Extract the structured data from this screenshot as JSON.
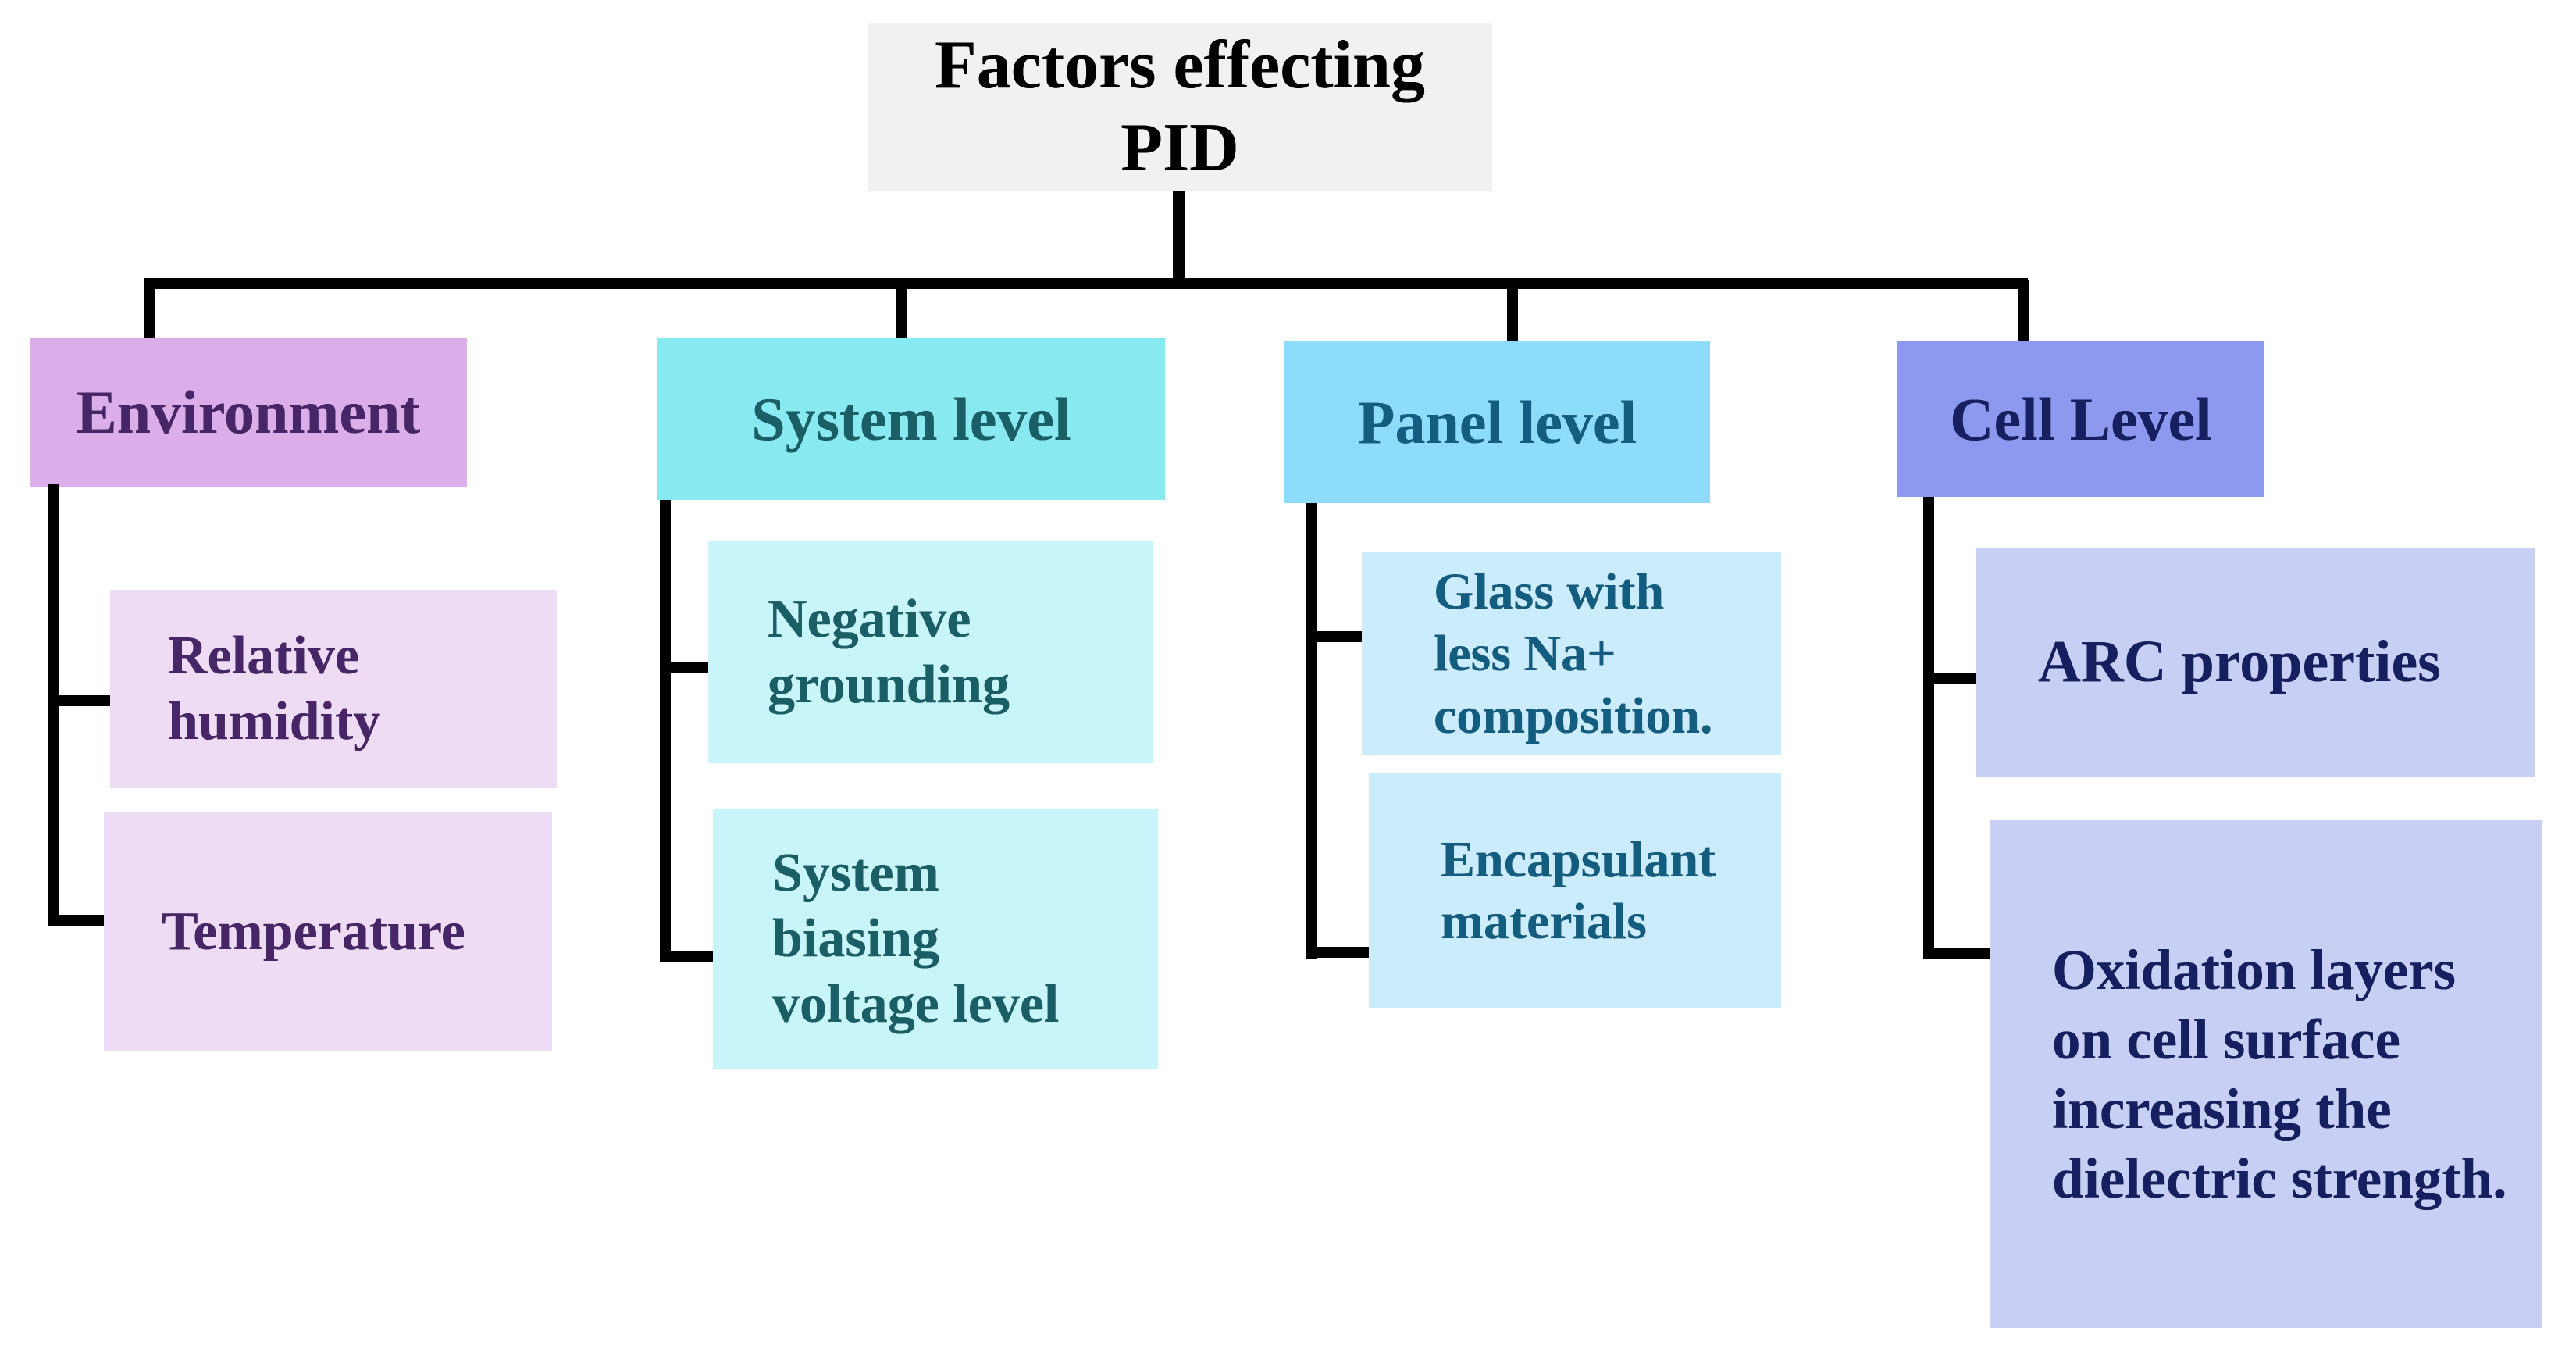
{
  "title": {
    "label": "Factors effecting PID",
    "fill": "#f1f1f1",
    "text_color": "#000000"
  },
  "connector_color": "#000000",
  "branches": [
    {
      "label": "Environment",
      "fill": "#dcaee9",
      "child_fill": "#eedcf4",
      "text_color": "#472668",
      "children": [
        "Relative\nhumidity",
        "Temperature"
      ]
    },
    {
      "label": "System level",
      "fill": "#88e9f0",
      "child_fill": "#c7f5f9",
      "text_color": "#1a5f66",
      "children": [
        "Negative\ngrounding",
        "System\nbiasing\nvoltage level"
      ]
    },
    {
      "label": "Panel level",
      "fill": "#8edcfc",
      "child_fill": "#cbecfc",
      "text_color": "#135d80",
      "children": [
        "Glass with\nless Na+\ncomposition.",
        "Encapsulant\nmaterials"
      ]
    },
    {
      "label": "Cell Level",
      "fill": "#8d99ee",
      "child_fill": "#c7cff4",
      "text_color": "#161f5f",
      "children": [
        "ARC properties",
        "Oxidation layers\non cell surface\nincreasing the\ndielectric strength."
      ]
    }
  ]
}
